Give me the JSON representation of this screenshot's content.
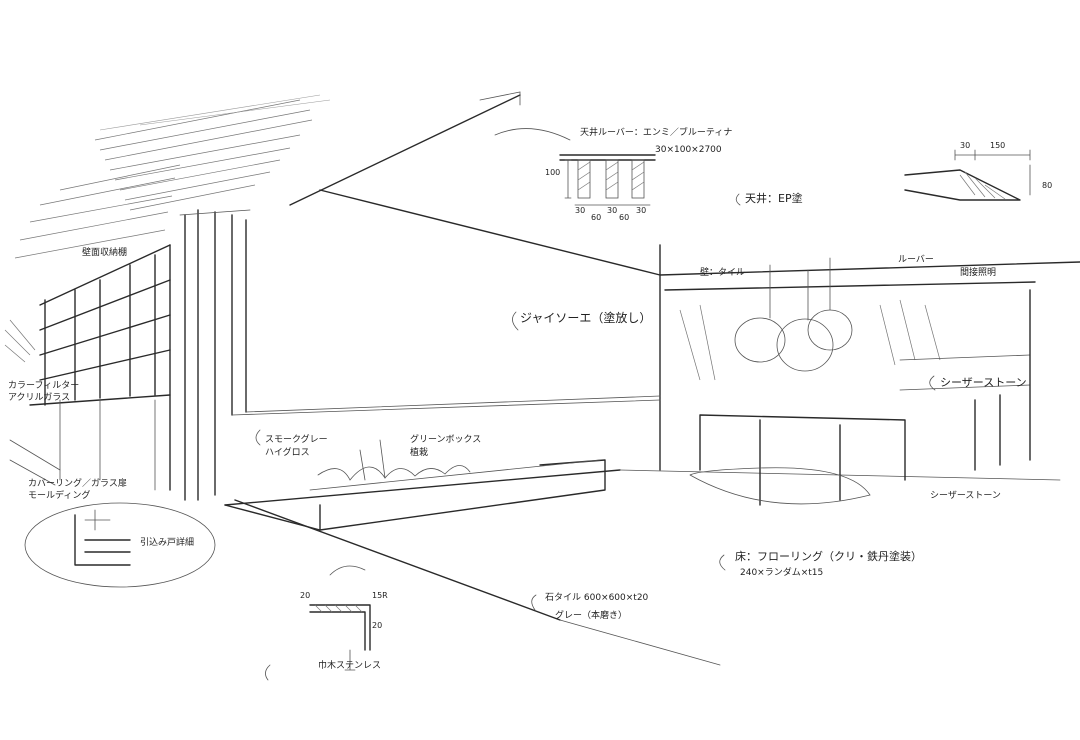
{
  "annotations": {
    "louver_spec": "天井ルーバー：エンミ／ブルーティナ",
    "louver_size": "30×100×2700",
    "ceiling_paint": "天井：EP塗",
    "louver_label": "ルーバー",
    "wall_note": "ジャイソーエ（塗放し）",
    "shelf_note_top": "壁面収納棚",
    "side_note_left": "カラーフィルター",
    "side_note_left2": "アクリルガラス",
    "left_finish": "カバーリング／ガラス扉",
    "left_finish2": "モールディング",
    "detail_circle": "引込み戸詳細",
    "planter_note_1": "スモークグレー",
    "planter_note_2": "ハイグロス",
    "planter_note_3": "グリーンボックス",
    "planter_note_4": "植栽",
    "stone_right": "シーザーストーン",
    "stone_floor": "シーザーストーン",
    "right_wall_note": "壁：タイル",
    "right_upper_note": "間接照明",
    "floor_note_1": "床：フローリング（クリ・鉄丹塗装）",
    "floor_note_2": "240×ランダム×t15",
    "tile_note_1": "石タイル 600×600×t20",
    "tile_note_2": "グレー（本磨き）",
    "skirting_note": "巾木ステンレス",
    "skirt_dim_top": "15R"
  },
  "dimensions": {
    "louver_h": "100",
    "louver_w1": "30",
    "louver_gap": "60",
    "louver_w2": "30",
    "louver_gap2": "60",
    "louver_w3": "30",
    "detail_w1": "30",
    "detail_w2": "150",
    "detail_h": "80",
    "skirt_h": "20",
    "skirt_d": "20"
  }
}
